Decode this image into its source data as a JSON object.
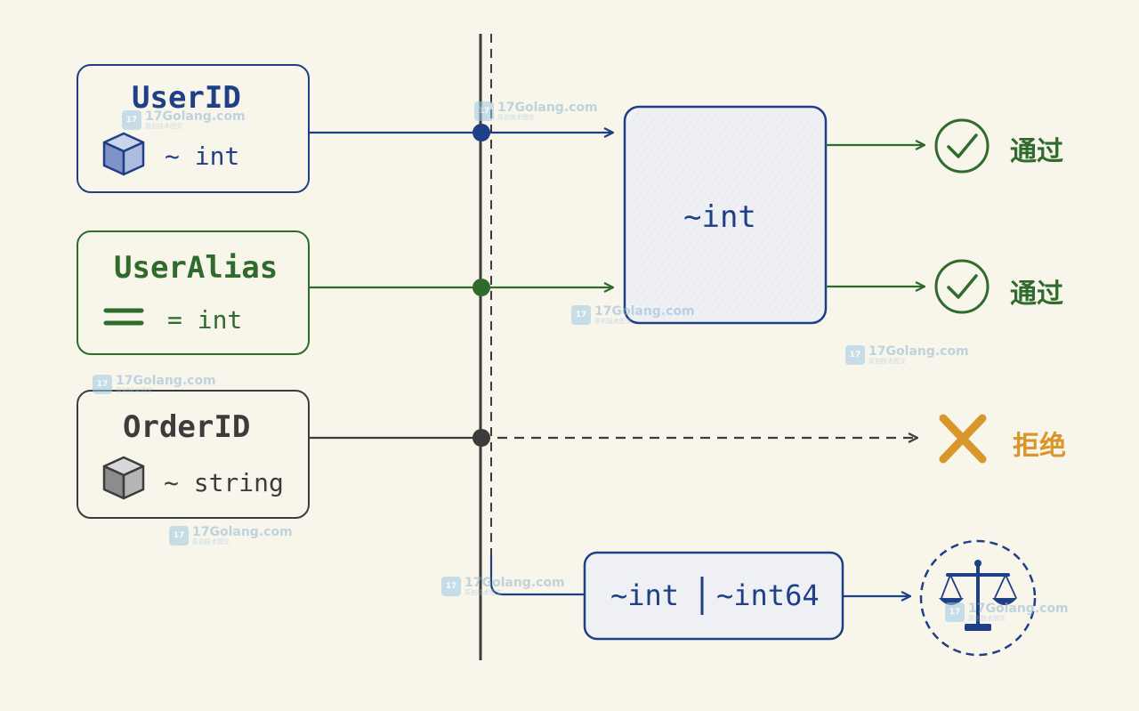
{
  "types": [
    {
      "name": "UserID",
      "constraint": "~ int"
    },
    {
      "name": "UserAlias",
      "constraint": "= int"
    },
    {
      "name": "OrderID",
      "constraint": "~ string"
    }
  ],
  "target_constraint": "~int",
  "union_constraint": {
    "left": "~int",
    "right": "~int64"
  },
  "results": {
    "pass": "通过",
    "reject": "拒绝"
  },
  "watermark": {
    "text": "17Golang.com",
    "sub": "原创技术图文"
  },
  "colors": {
    "blue": "#1f3f86",
    "green": "#2f6b2c",
    "gray": "#3c3c3c",
    "orange": "#d9962a",
    "background": "#f8f5ea"
  },
  "icons": [
    "cube-icon",
    "equals-icon",
    "cube-icon",
    "check-circle-icon",
    "check-circle-icon",
    "cross-icon",
    "balance-scale-icon"
  ]
}
